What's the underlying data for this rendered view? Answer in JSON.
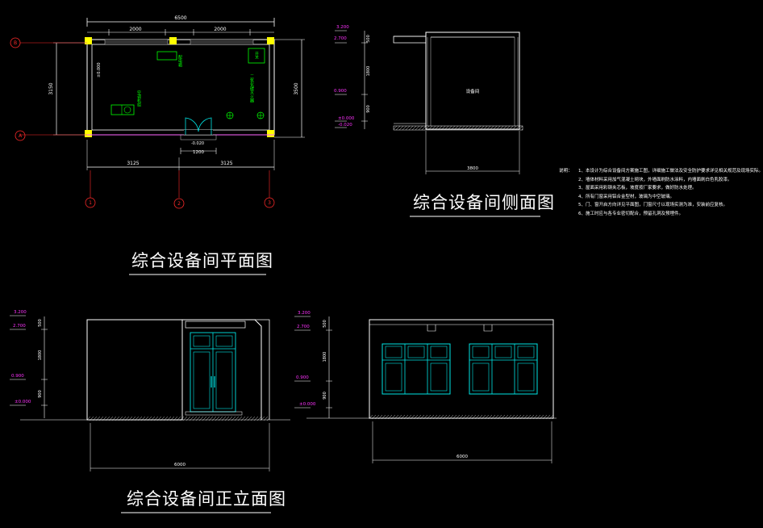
{
  "titles": {
    "plan": "综合设备间平面图",
    "side": "综合设备间侧面图",
    "front": "综合设备间正立面图"
  },
  "plan": {
    "overall_width": "6500",
    "bay_left": "2000",
    "bay_right": "2000",
    "depth_left": "3150",
    "depth_right": "3500",
    "bottom_left": "3125",
    "bottom_right": "3125",
    "door_width": "1200",
    "level_inside": "±0.000",
    "level_outside": "-0.020",
    "axis_b": "B",
    "axis_a": "A",
    "axis_1": "1",
    "axis_2": "2",
    "axis_3": "3",
    "equip_1": "配电箱",
    "equip_2": "空调机组",
    "equip_3": "二氧化碳灭火器",
    "equip_4": "开关"
  },
  "side": {
    "lv_top": "3.200",
    "lv_2": "2.700",
    "lv_3": "0.900",
    "lv_0": "±0.000",
    "lv_neg": "-0.020",
    "dim_a": "500",
    "dim_b": "1800",
    "dim_c": "900",
    "width": "3800",
    "room_label": "设备间"
  },
  "front": {
    "lv_top": "3.200",
    "lv_2": "2.700",
    "lv_3": "0.900",
    "lv_0": "±0.000",
    "dim_a": "500",
    "dim_b": "1800",
    "dim_c": "900",
    "width": "6000"
  },
  "rear": {
    "lv_top": "3.200",
    "lv_2": "2.700",
    "lv_3": "0.900",
    "lv_0": "±0.000",
    "dim_a": "500",
    "dim_b": "1800",
    "dim_c": "900",
    "width": "6000"
  },
  "notes": {
    "heading": "说明：",
    "items": [
      "1、本设计为综合设备间方案施工图，详细施工做法及安全防护要求详见相关规范及现场实际。",
      "2、墙体材料采用加气混凝土砌块，外墙面刷防水涂料，内墙面刷白色乳胶漆。",
      "3、屋面采用彩钢夹芯板，坡度按厂家要求，做好防水处理。",
      "4、所有门窗采用铝合金型材，玻璃为中空玻璃。",
      "5、门、窗开启方向详见平面图，门窗尺寸以现场实测为准，安装前应复核。",
      "6、施工时应与各专业密切配合，预留孔洞及预埋件。"
    ]
  },
  "colors": {
    "line": "#ffffff",
    "dimension": "#ff2a2a",
    "level": "#ff33ff",
    "window": "#00e5e5",
    "door": "#00e5e5",
    "equipment": "#00ff00",
    "column": "#ffff00"
  }
}
